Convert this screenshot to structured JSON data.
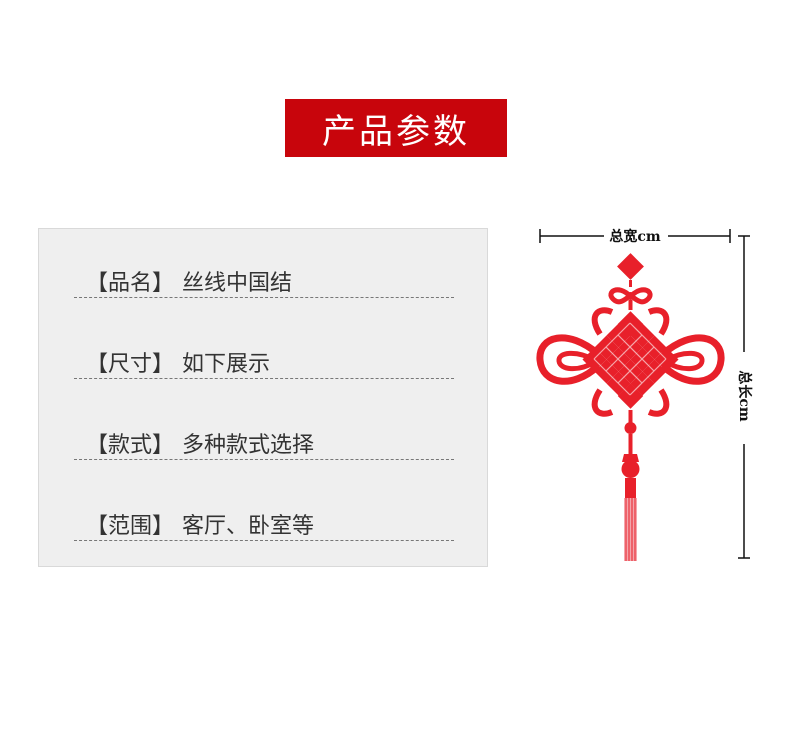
{
  "header": {
    "title": "产品参数"
  },
  "params": [
    {
      "label": "【品名】",
      "value": "丝线中国结"
    },
    {
      "label": "【尺寸】",
      "value": "如下展示"
    },
    {
      "label": "【款式】",
      "value": "多种款式选择"
    },
    {
      "label": "【范围】",
      "value": "客厅、卧室等"
    }
  ],
  "dimensions": {
    "width_label": "总宽cm",
    "height_label": "总长cm"
  },
  "colors": {
    "accent": "#c8050c",
    "knot": "#e8202a",
    "panel_bg": "#efefef"
  }
}
